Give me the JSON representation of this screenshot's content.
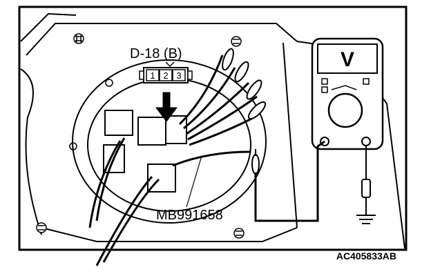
{
  "connector": {
    "label": "D-18 (B)",
    "pins": [
      "1",
      "2",
      "3"
    ]
  },
  "tool_label": "MB991658",
  "figure_id": "AC405833AB",
  "meter_symbol": "V",
  "icons": {
    "bolt": "bolt-marker-icon",
    "ground": "ground-symbol-icon",
    "arrow": "pointer-arrow-icon"
  },
  "colors": {
    "line": "#000000",
    "background": "#ffffff"
  }
}
